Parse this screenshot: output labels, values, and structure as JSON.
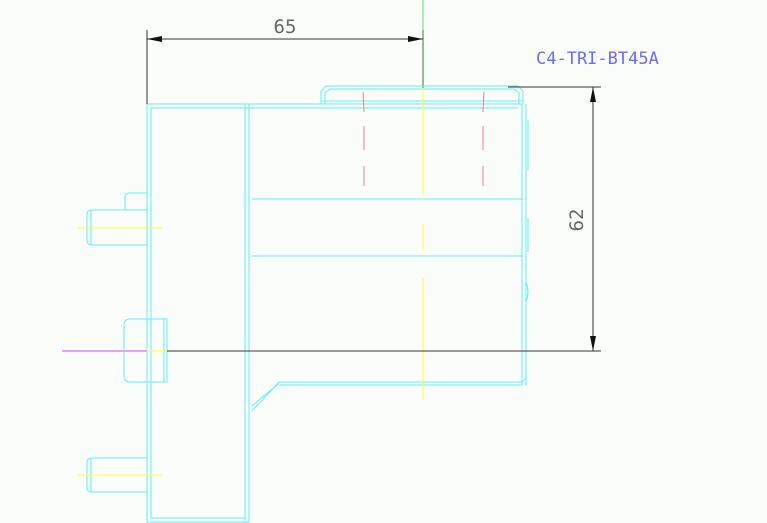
{
  "drawing": {
    "part_label": "C4-TRI-BT45A",
    "dimensions": {
      "horizontal": "65",
      "vertical": "62"
    }
  },
  "colors": {
    "background": "#fbfdfb",
    "geometry": "#5ff0f5",
    "centerline": "#ffff33",
    "hidden_line": "#f08080",
    "dimension": "#333333",
    "label": "#6a6aff",
    "axis_x": "#e040e0",
    "axis_y": "#33cc33"
  }
}
